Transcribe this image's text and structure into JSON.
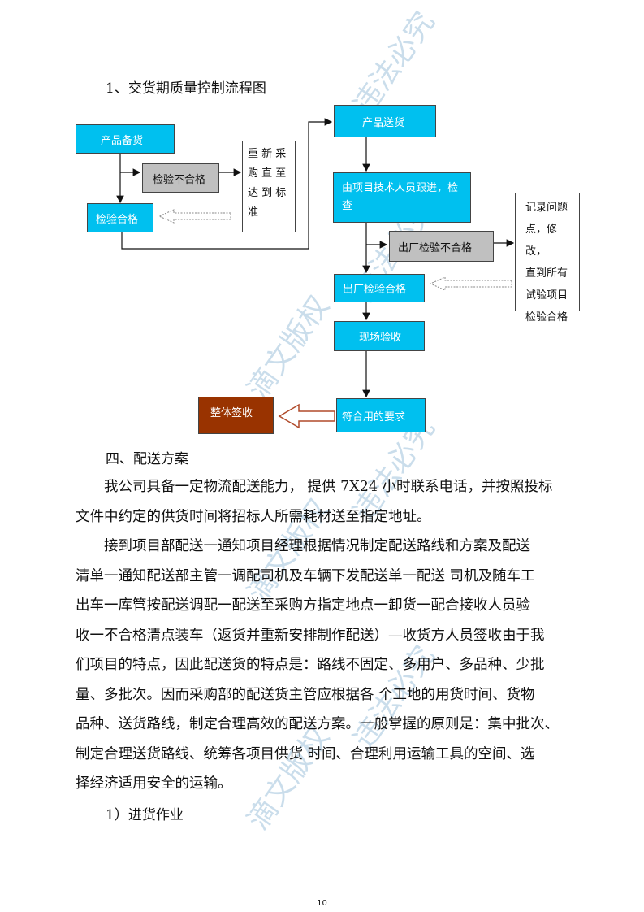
{
  "section1_title": "1、交货期质量控制流程图",
  "flowchart": {
    "product_prep": "产品备货",
    "inspection_fail": "检验不合格",
    "repurchase": [
      "重 新 采",
      "购 直 至",
      "达 到 标",
      "准"
    ],
    "inspection_pass": "检验合格",
    "delivery": "产品送货",
    "tech_follow": [
      "由项目技术人员跟进，检",
      "查"
    ],
    "factory_fail": "出厂检验不合格",
    "record": [
      "记录问题",
      "点，修改，",
      "直到所有",
      "试验项目",
      "检验合格"
    ],
    "factory_pass": "出厂检验合格",
    "site_accept": "现场验收",
    "meets_req": "符合用的要求",
    "final_sign": "整体签收"
  },
  "section4_title": "四、配送方案",
  "para1": [
    "我公司具备一定物流配送能力，  提供 7X24 小时联系电话，并按照投标",
    "文件中约定的供货时间将招标人所需耗材送至指定地址。"
  ],
  "para2": [
    "接到项目部配送一通知项目经理根据情况制定配送路线和方案及配送",
    "清单一通知配送部主管一调配司机及车辆下发配送单一配送  司机及随车工",
    "出车一库管按配送调配一配送至采购方指定地点一卸货一配合接收人员验",
    "收一不合格清点装车（返货并重新安排制作配送）—收货方人员签收由于我",
    "们项目的特点，因此配送货的特点是：路线不固定、多用户、多品种、少批",
    "量、多批次。因而采购部的配送货主管应根据各  个工地的用货时间、货物",
    "品种、送货路线，制定合理高效的配送方案。一般掌握的原则是：集中批次、",
    "制定合理送货路线、统筹各项目供货  时间、合理利用运输工具的空间、选",
    "择经济适用安全的运输。"
  ],
  "subsection": "1）进货作业",
  "page_number": "10",
  "watermark": [
    "滴文版权",
    "违法必究"
  ]
}
